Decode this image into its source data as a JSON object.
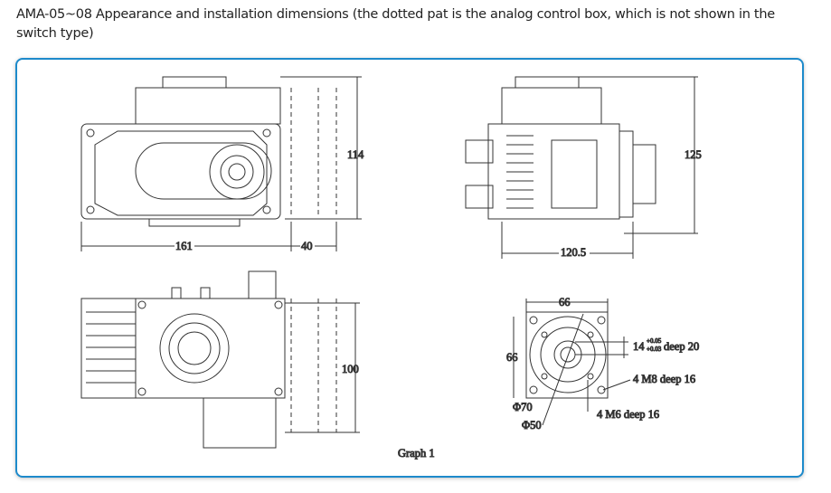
{
  "caption": "AMA-05~08 Appearance and installation dimensions (the dotted pat is the analog control box, which is not shown in the switch type)",
  "figure": {
    "front_view": {
      "height": "114",
      "width": "161",
      "box_width": "40"
    },
    "side_view": {
      "height": "125",
      "width": "120.5"
    },
    "top_view": {
      "height": "100"
    },
    "flange_view": {
      "width": "66",
      "height": "66",
      "shaft": "14",
      "shaft_tol_upper": "+0.05",
      "shaft_tol_lower": "+0.03",
      "shaft_depth": "deep 20",
      "m8": "4 M8 deep 16",
      "m6": "4 M6 deep 16",
      "d70": "Φ70",
      "d50": "Φ50"
    },
    "label": "Graph 1"
  },
  "colors": {
    "frame_border": "#1d8acb",
    "line": "#333333"
  }
}
